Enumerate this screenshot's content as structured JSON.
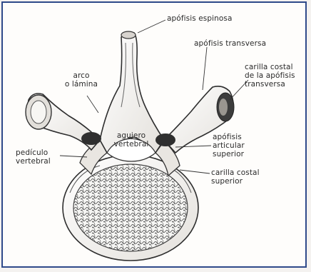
{
  "labels": {
    "apofisis_espinosa": "apófisis espinosa",
    "apofisis_transversa": "apófisis transversa",
    "carilla_costal_transversa": [
      "carilla costal",
      "de la apófisis",
      "transversa"
    ],
    "arco_lamina": [
      "arco",
      "o lámina"
    ],
    "agujero_vertebral": [
      "agujero",
      "vertebral"
    ],
    "apofisis_articular_superior": [
      "apófisis",
      "articular",
      "superior"
    ],
    "pediculo_vertebral": [
      "pedículo",
      "vertebral"
    ],
    "carilla_costal_superior": [
      "carilla costal",
      "superior"
    ]
  },
  "colors": {
    "frame_border": "#2f4a8a",
    "line_art": "#333333",
    "bone_fill": "#ffffff"
  }
}
